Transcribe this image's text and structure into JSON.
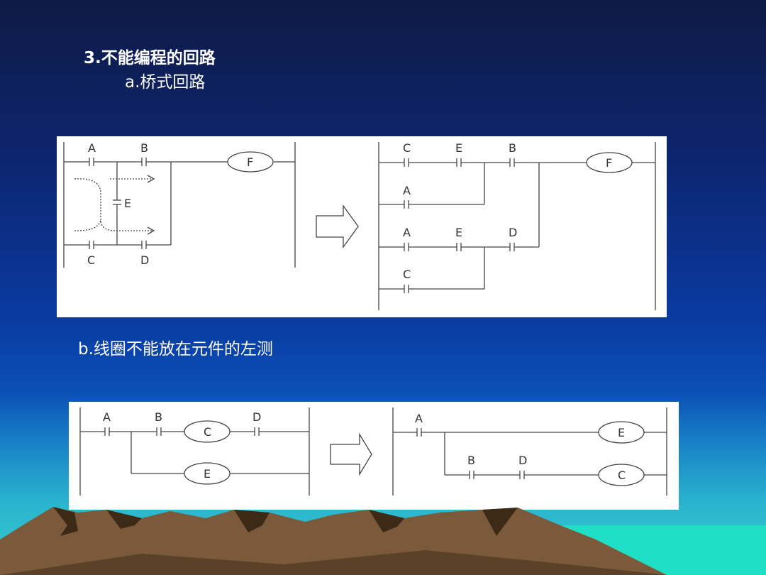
{
  "slide": {
    "title": "3.不能编程的回路",
    "sub_a": "a.桥式回路",
    "sub_b": "b.线圈不能放在元件的左测"
  },
  "diagram1": {
    "left": {
      "contacts": [
        "A",
        "B",
        "C",
        "D",
        "E"
      ],
      "coil": "F"
    },
    "right": {
      "rung1": [
        "C",
        "E",
        "B"
      ],
      "rung1_branch": "A",
      "rung2": [
        "A",
        "E",
        "D"
      ],
      "rung2_branch": "C",
      "coil": "F"
    }
  },
  "diagram2": {
    "left": {
      "contacts": [
        "A",
        "B",
        "D"
      ],
      "coils": [
        "C",
        "E"
      ]
    },
    "right": {
      "contacts": [
        "A",
        "B",
        "D"
      ],
      "coils": [
        "E",
        "C"
      ]
    }
  }
}
